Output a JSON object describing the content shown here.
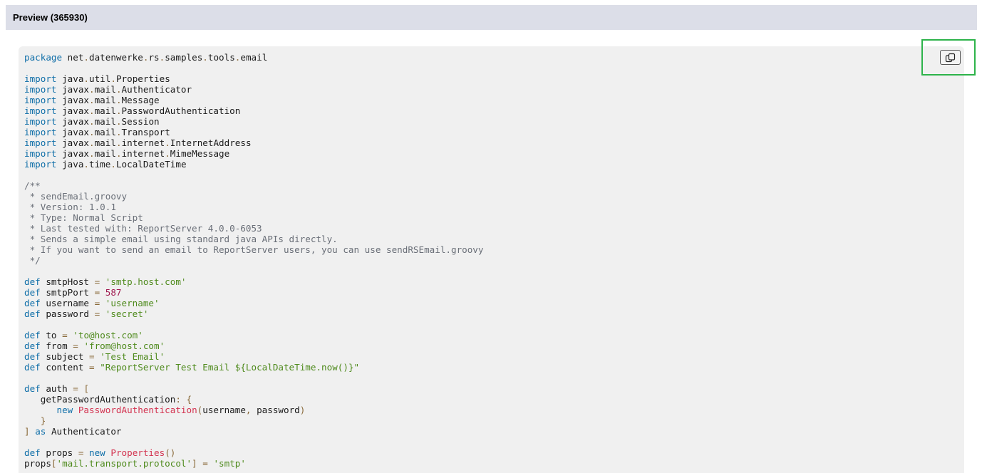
{
  "panel": {
    "title": "Preview (365930)"
  },
  "copy_button": {
    "icon": "copy-icon",
    "highlight_color": "#2db34a"
  },
  "colors": {
    "header_bg": "#dcdee8",
    "code_bg": "#f0f0f0",
    "keyword": "#0e6ea8",
    "string": "#4e8a1c",
    "number": "#a01a50",
    "class": "#d3324f",
    "comment": "#6a6f78",
    "punctuation": "#8a6a3a"
  },
  "code_lines": [
    [
      [
        "kw",
        "package"
      ],
      [
        "id",
        " net"
      ],
      [
        "pun",
        "."
      ],
      [
        "id",
        "datenwerke"
      ],
      [
        "pun",
        "."
      ],
      [
        "id",
        "rs"
      ],
      [
        "pun",
        "."
      ],
      [
        "id",
        "samples"
      ],
      [
        "pun",
        "."
      ],
      [
        "id",
        "tools"
      ],
      [
        "pun",
        "."
      ],
      [
        "id",
        "email"
      ]
    ],
    [],
    [
      [
        "kw",
        "import"
      ],
      [
        "id",
        " java"
      ],
      [
        "pun",
        "."
      ],
      [
        "id",
        "util"
      ],
      [
        "pun",
        "."
      ],
      [
        "id",
        "Properties"
      ]
    ],
    [
      [
        "kw",
        "import"
      ],
      [
        "id",
        " javax"
      ],
      [
        "pun",
        "."
      ],
      [
        "id",
        "mail"
      ],
      [
        "pun",
        "."
      ],
      [
        "id",
        "Authenticator"
      ]
    ],
    [
      [
        "kw",
        "import"
      ],
      [
        "id",
        " javax"
      ],
      [
        "pun",
        "."
      ],
      [
        "id",
        "mail"
      ],
      [
        "pun",
        "."
      ],
      [
        "id",
        "Message"
      ]
    ],
    [
      [
        "kw",
        "import"
      ],
      [
        "id",
        " javax"
      ],
      [
        "pun",
        "."
      ],
      [
        "id",
        "mail"
      ],
      [
        "pun",
        "."
      ],
      [
        "id",
        "PasswordAuthentication"
      ]
    ],
    [
      [
        "kw",
        "import"
      ],
      [
        "id",
        " javax"
      ],
      [
        "pun",
        "."
      ],
      [
        "id",
        "mail"
      ],
      [
        "pun",
        "."
      ],
      [
        "id",
        "Session"
      ]
    ],
    [
      [
        "kw",
        "import"
      ],
      [
        "id",
        " javax"
      ],
      [
        "pun",
        "."
      ],
      [
        "id",
        "mail"
      ],
      [
        "pun",
        "."
      ],
      [
        "id",
        "Transport"
      ]
    ],
    [
      [
        "kw",
        "import"
      ],
      [
        "id",
        " javax"
      ],
      [
        "pun",
        "."
      ],
      [
        "id",
        "mail"
      ],
      [
        "pun",
        "."
      ],
      [
        "id",
        "internet"
      ],
      [
        "pun",
        "."
      ],
      [
        "id",
        "InternetAddress"
      ]
    ],
    [
      [
        "kw",
        "import"
      ],
      [
        "id",
        " javax"
      ],
      [
        "pun",
        "."
      ],
      [
        "id",
        "mail"
      ],
      [
        "pun",
        "."
      ],
      [
        "id",
        "internet"
      ],
      [
        "pun",
        "."
      ],
      [
        "id",
        "MimeMessage"
      ]
    ],
    [
      [
        "kw",
        "import"
      ],
      [
        "id",
        " java"
      ],
      [
        "pun",
        "."
      ],
      [
        "id",
        "time"
      ],
      [
        "pun",
        "."
      ],
      [
        "id",
        "LocalDateTime"
      ]
    ],
    [],
    [
      [
        "cmt",
        "/**"
      ]
    ],
    [
      [
        "cmt",
        " * sendEmail.groovy"
      ]
    ],
    [
      [
        "cmt",
        " * Version: 1.0.1"
      ]
    ],
    [
      [
        "cmt",
        " * Type: Normal Script"
      ]
    ],
    [
      [
        "cmt",
        " * Last tested with: ReportServer 4.0.0-6053"
      ]
    ],
    [
      [
        "cmt",
        " * Sends a simple email using standard java APIs directly."
      ]
    ],
    [
      [
        "cmt",
        " * If you want to send an email to ReportServer users, you can use sendRSEmail.groovy"
      ]
    ],
    [
      [
        "cmt",
        " */"
      ]
    ],
    [],
    [
      [
        "kw",
        "def"
      ],
      [
        "id",
        " smtpHost "
      ],
      [
        "pun",
        "="
      ],
      [
        "id",
        " "
      ],
      [
        "str",
        "'smtp.host.com'"
      ]
    ],
    [
      [
        "kw",
        "def"
      ],
      [
        "id",
        " smtpPort "
      ],
      [
        "pun",
        "="
      ],
      [
        "id",
        " "
      ],
      [
        "num",
        "587"
      ]
    ],
    [
      [
        "kw",
        "def"
      ],
      [
        "id",
        " username "
      ],
      [
        "pun",
        "="
      ],
      [
        "id",
        " "
      ],
      [
        "str",
        "'username'"
      ]
    ],
    [
      [
        "kw",
        "def"
      ],
      [
        "id",
        " password "
      ],
      [
        "pun",
        "="
      ],
      [
        "id",
        " "
      ],
      [
        "str",
        "'secret'"
      ]
    ],
    [],
    [
      [
        "kw",
        "def"
      ],
      [
        "id",
        " to "
      ],
      [
        "pun",
        "="
      ],
      [
        "id",
        " "
      ],
      [
        "str",
        "'to@host.com'"
      ]
    ],
    [
      [
        "kw",
        "def"
      ],
      [
        "id",
        " from "
      ],
      [
        "pun",
        "="
      ],
      [
        "id",
        " "
      ],
      [
        "str",
        "'from@host.com'"
      ]
    ],
    [
      [
        "kw",
        "def"
      ],
      [
        "id",
        " subject "
      ],
      [
        "pun",
        "="
      ],
      [
        "id",
        " "
      ],
      [
        "str",
        "'Test Email'"
      ]
    ],
    [
      [
        "kw",
        "def"
      ],
      [
        "id",
        " content "
      ],
      [
        "pun",
        "="
      ],
      [
        "id",
        " "
      ],
      [
        "str",
        "\"ReportServer Test Email ${LocalDateTime.now()}\""
      ]
    ],
    [],
    [
      [
        "kw",
        "def"
      ],
      [
        "id",
        " auth "
      ],
      [
        "pun",
        "="
      ],
      [
        "id",
        " "
      ],
      [
        "pun",
        "["
      ]
    ],
    [
      [
        "id",
        "   getPasswordAuthentication"
      ],
      [
        "pun",
        ":"
      ],
      [
        "id",
        " "
      ],
      [
        "pun",
        "{"
      ]
    ],
    [
      [
        "id",
        "      "
      ],
      [
        "kw",
        "new"
      ],
      [
        "id",
        " "
      ],
      [
        "cls",
        "PasswordAuthentication"
      ],
      [
        "pun",
        "("
      ],
      [
        "id",
        "username"
      ],
      [
        "pun",
        ","
      ],
      [
        "id",
        " password"
      ],
      [
        "pun",
        ")"
      ]
    ],
    [
      [
        "id",
        "   "
      ],
      [
        "pun",
        "}"
      ]
    ],
    [
      [
        "pun",
        "]"
      ],
      [
        "id",
        " "
      ],
      [
        "kw",
        "as"
      ],
      [
        "id",
        " Authenticator"
      ]
    ],
    [],
    [
      [
        "kw",
        "def"
      ],
      [
        "id",
        " props "
      ],
      [
        "pun",
        "="
      ],
      [
        "id",
        " "
      ],
      [
        "kw",
        "new"
      ],
      [
        "id",
        " "
      ],
      [
        "cls",
        "Properties"
      ],
      [
        "pun",
        "()"
      ]
    ],
    [
      [
        "id",
        "props"
      ],
      [
        "pun",
        "["
      ],
      [
        "str",
        "'mail.transport.protocol'"
      ],
      [
        "pun",
        "]"
      ],
      [
        "id",
        " "
      ],
      [
        "pun",
        "="
      ],
      [
        "id",
        " "
      ],
      [
        "str",
        "'smtp'"
      ]
    ]
  ]
}
